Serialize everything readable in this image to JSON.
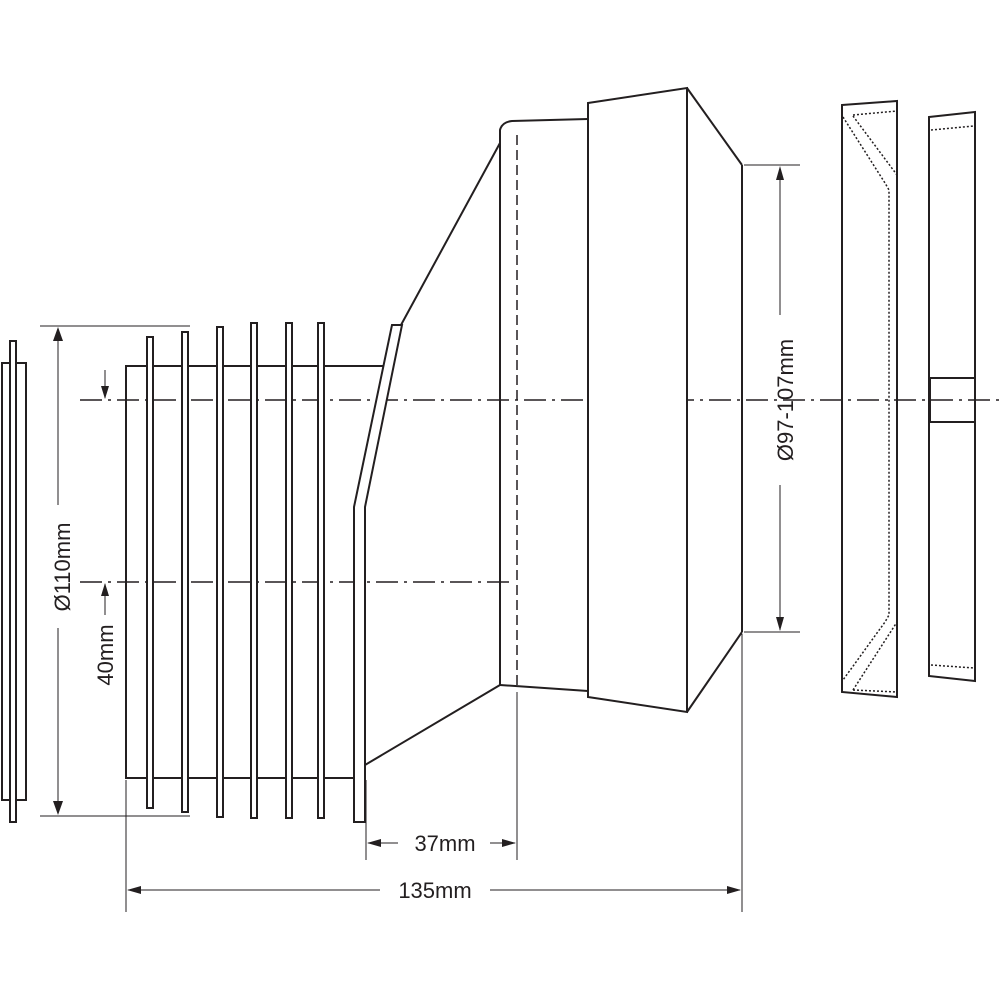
{
  "dimensions": {
    "outer_diameter": "Ø110mm",
    "offset": "40mm",
    "socket_depth": "37mm",
    "total_length": "135mm",
    "inner_diameter_range": "Ø97-107mm"
  },
  "colors": {
    "line": "#231f20",
    "background": "#ffffff"
  }
}
